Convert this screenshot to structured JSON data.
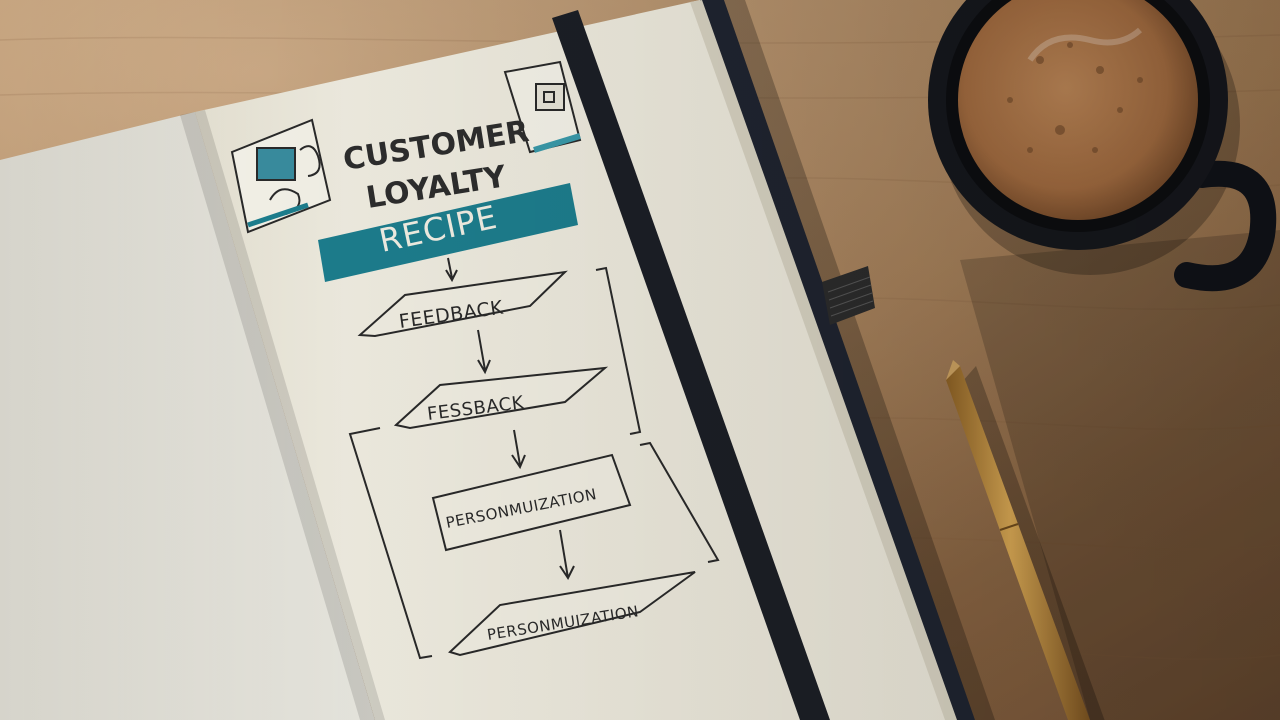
{
  "notebook": {
    "title_line1": "CUSTOMER",
    "title_line2": "LOYALTY",
    "banner": "RECIPE",
    "steps": [
      "FEEDBACK",
      "FESSBACK",
      "PERSONMUIZATION",
      "PERSONMUIZATION"
    ]
  },
  "colors": {
    "desk": "#b58a5e",
    "paper": "#efece0",
    "banner": "#1d7f8f",
    "ink": "#2a2a2a",
    "coffee": "#a9744a",
    "mug": "#15171c",
    "pen": "#b8893f"
  },
  "icons": [
    "coffee-mug",
    "pen",
    "notebook-elastic-band",
    "ribbon-bookmark",
    "sketch-doodle"
  ]
}
